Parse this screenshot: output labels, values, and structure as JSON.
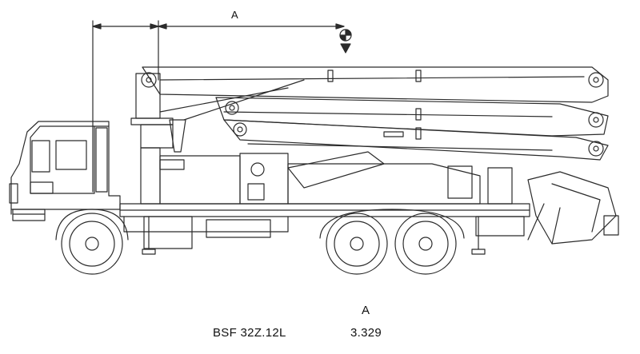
{
  "drawing": {
    "dimension_label": "A",
    "line_color": "#2b2b2b",
    "background": "#ffffff"
  },
  "spec_table": {
    "column_header": "A",
    "rows": [
      {
        "model": "BSF 32Z.12L",
        "value": "3.329"
      }
    ]
  }
}
